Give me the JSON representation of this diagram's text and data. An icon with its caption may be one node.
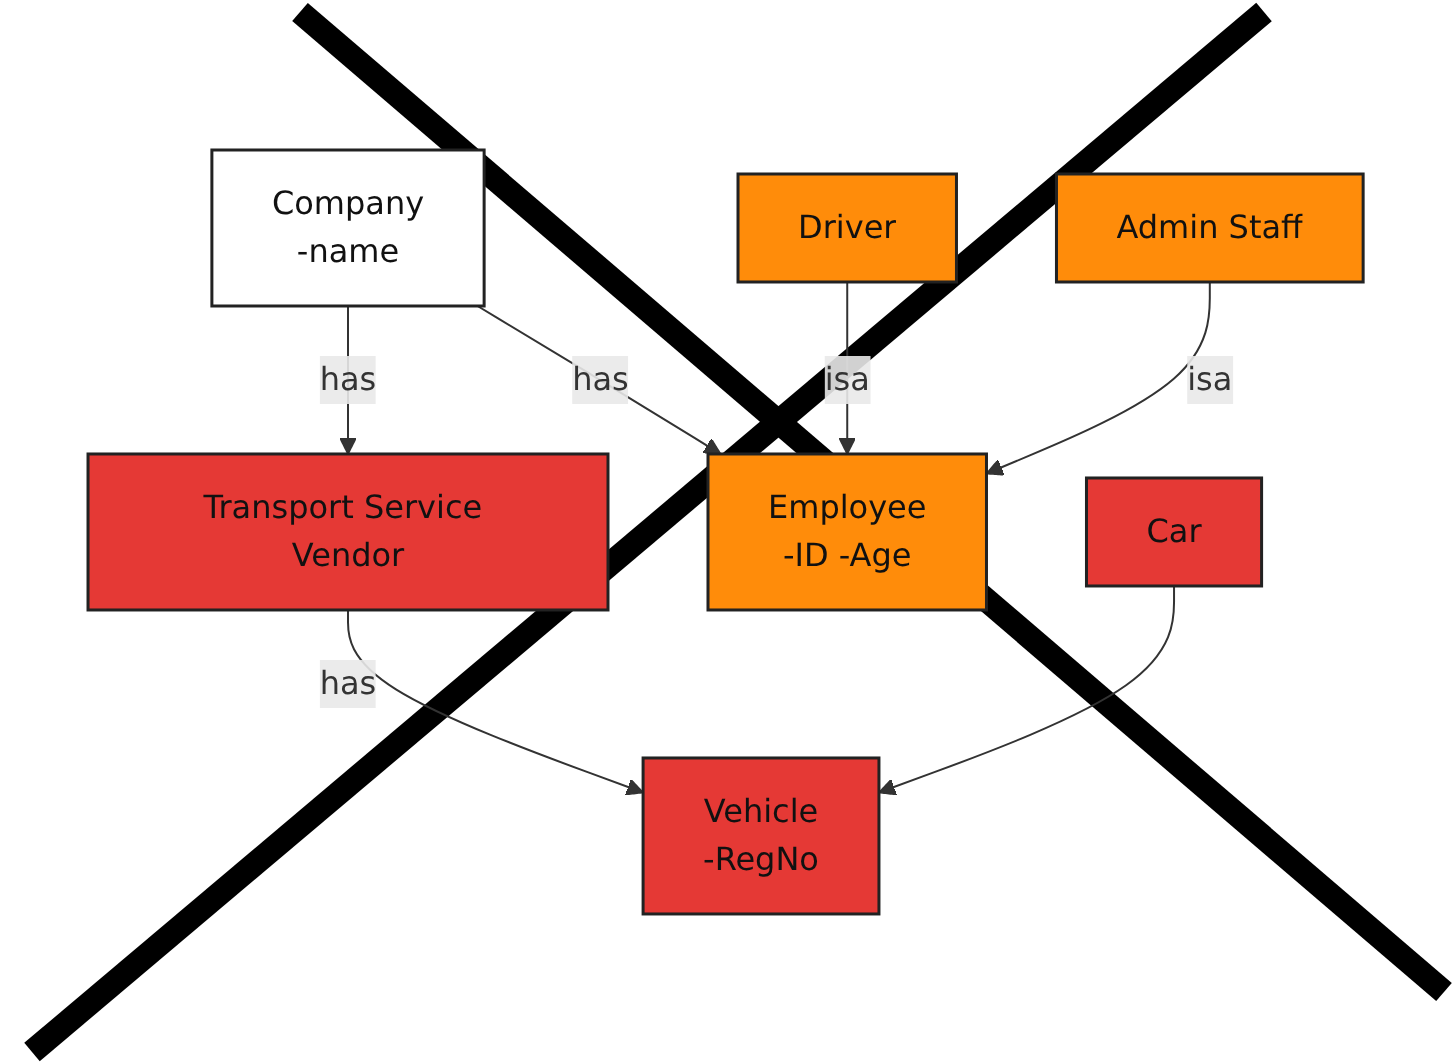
{
  "diagram": {
    "nodes": [
      {
        "text": [
          "Company",
          "-name"
        ]
      },
      {
        "text": [
          "Transport Service Vendor"
        ]
      },
      {
        "text": [
          "Employee",
          "-ID -Age"
        ]
      },
      {
        "text": [
          "Vehicle",
          "-RegNo"
        ]
      },
      {
        "text": [
          "Driver"
        ]
      },
      {
        "text": [
          "Admin Staff"
        ]
      },
      {
        "text": [
          "Car"
        ]
      }
    ],
    "edges": [
      {
        "from": 0,
        "to": 1,
        "arrow": "to",
        "label": "has"
      },
      {
        "from": 0,
        "to": 2,
        "arrow": "to",
        "label": "has"
      },
      {
        "from": 1,
        "to": 3,
        "arrow": "to",
        "label": "has"
      },
      {
        "from": 4,
        "to": 2,
        "arrow": "to",
        "label": "isa"
      },
      {
        "from": 5,
        "to": 2,
        "arrow": "to",
        "label": "isa"
      },
      {
        "from": 6,
        "to": 3,
        "arrow": "to"
      }
    ]
  }
}
